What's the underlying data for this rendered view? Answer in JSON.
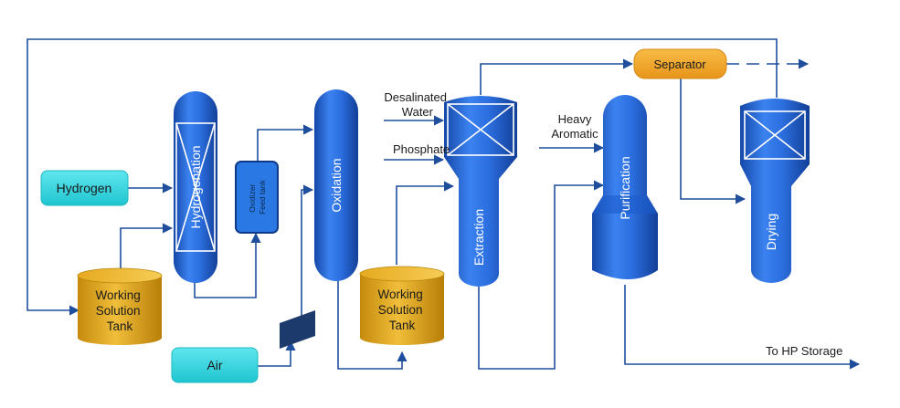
{
  "inputs": {
    "hydrogen": "Hydrogen",
    "air": "Air"
  },
  "streams": {
    "desalinated_water_line1": "Desalinated",
    "desalinated_water_line2": "Water",
    "phosphate": "Phosphate",
    "heavy_aromatic_line1": "Heavy",
    "heavy_aromatic_line2": "Aromatic",
    "to_hp_storage": "To HP Storage"
  },
  "units": {
    "hydrogenation": "Hydrogenation",
    "oxidizer_feed_line1": "Oxidizer",
    "oxidizer_feed_line2": "Feed tank",
    "oxidation": "Oxidation",
    "extraction": "Extraction",
    "purification": "Purification",
    "drying": "Drying",
    "separator": "Separator"
  },
  "tanks": {
    "working_solution_1": [
      "Working",
      "Solution",
      "Tank"
    ],
    "working_solution_2": [
      "Working",
      "Solution",
      "Tank"
    ]
  },
  "colors": {
    "vessel_blue": "#1f5fcf",
    "input_cyan": "#2ed3dc",
    "tank_gold": "#d9a21a",
    "separator_orange": "#f2a51f",
    "flow_line": "#1f4e9c"
  }
}
